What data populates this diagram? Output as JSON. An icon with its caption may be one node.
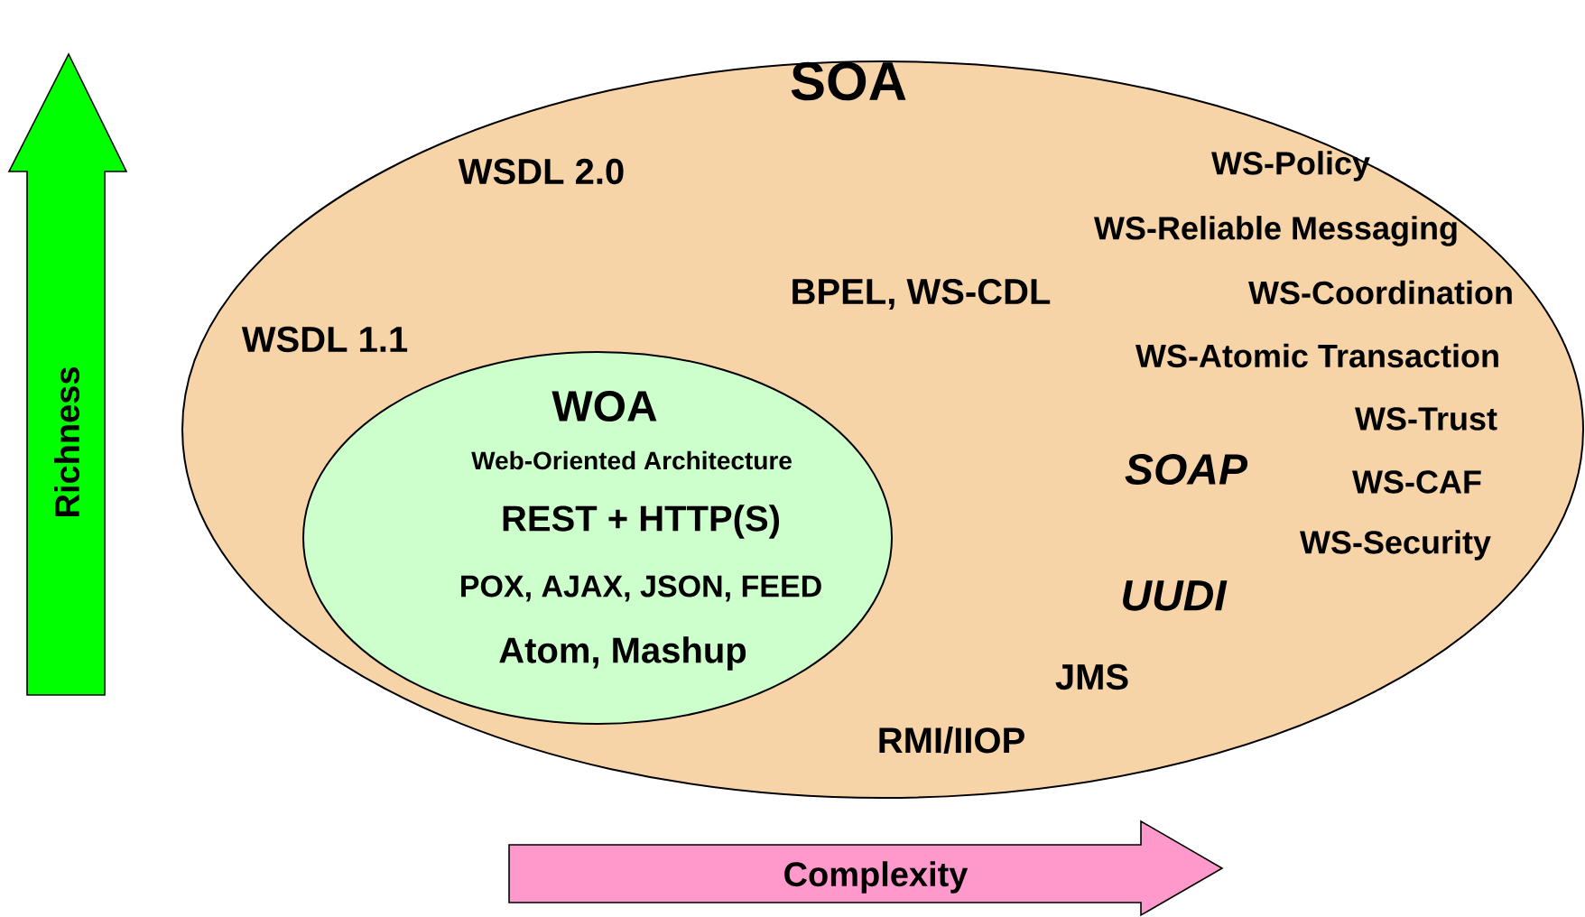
{
  "diagram": {
    "nodes": [
      {
        "text": [
          "SOA",
          "WSDL 2.0",
          "WS-Policy",
          "WS-Reliable Messaging",
          "BPEL, WS-CDL",
          "WS-Coordination",
          "WSDL 1.1",
          "WS-Atomic Transaction",
          "WS-Trust",
          "SOAP",
          "WS-CAF",
          "WS-Security",
          "UUDI",
          "JMS",
          "RMI/IIOP"
        ]
      },
      {
        "text": [
          "WOA",
          "Web-Oriented Architecture",
          "REST + HTTP(S)",
          "POX, AJAX, JSON, FEED",
          "Atom, Mashup"
        ],
        "in": 0
      },
      {
        "text": [
          "Richness"
        ]
      },
      {
        "text": [
          "Complexity"
        ]
      }
    ]
  }
}
